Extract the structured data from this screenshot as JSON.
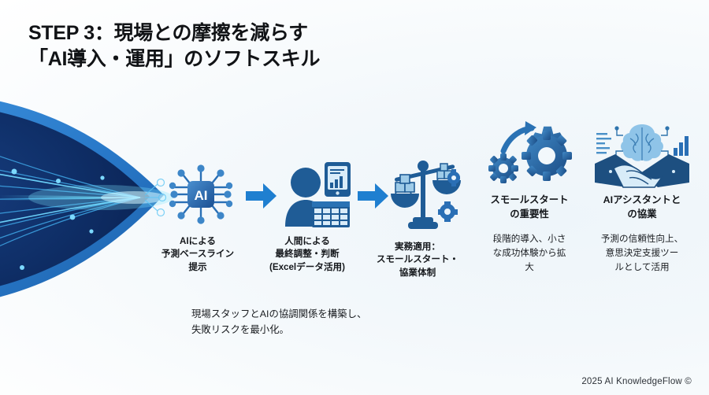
{
  "slide": {
    "title_line1": "STEP 3：現場との摩擦を減らす",
    "title_line2": "「AI導入・運用」のソフトスキル",
    "ai_badge": "AI",
    "chip_label": "AI",
    "caption": "現場スタッフとAIの協調関係を構築し、\n失敗リスクを最小化。",
    "footer": "2025 AI KnowledgeFlow ©"
  },
  "flow": {
    "steps": [
      {
        "id": "ai-baseline",
        "icon": "ai-chip-icon",
        "label": "AIによる\n予測ベースライン\n提示"
      },
      {
        "id": "human-review",
        "icon": "person-tablet-icon",
        "label": "人間による\n最終調整・判断\n(Excelデータ活用)"
      },
      {
        "id": "apply",
        "icon": "balance-scale-icon",
        "label": "実務適用：\nスモールスタート・\n協業体制"
      }
    ],
    "arrows": [
      "arrow-right-icon",
      "arrow-right-icon"
    ]
  },
  "highlights": [
    {
      "id": "small-start",
      "icon": "gears-growth-icon",
      "title": "スモールスタート\nの重要性",
      "body": "段階的導入、小さ\nな成功体験から拡\n大"
    },
    {
      "id": "ai-assistant",
      "icon": "handshake-brain-icon",
      "title": "AIアシスタントと\nの協業",
      "body": "予測の信頼性向上、\n意思決定支援ツー\nルとして活用"
    }
  ],
  "colors": {
    "accent_blue": "#1f7fd0",
    "deep_navy": "#0e2f6b",
    "rim_blue": "#2878c8",
    "ai_glow": "#bfe6ff",
    "text_dark": "#14171b",
    "background": "#f4f9fc"
  }
}
